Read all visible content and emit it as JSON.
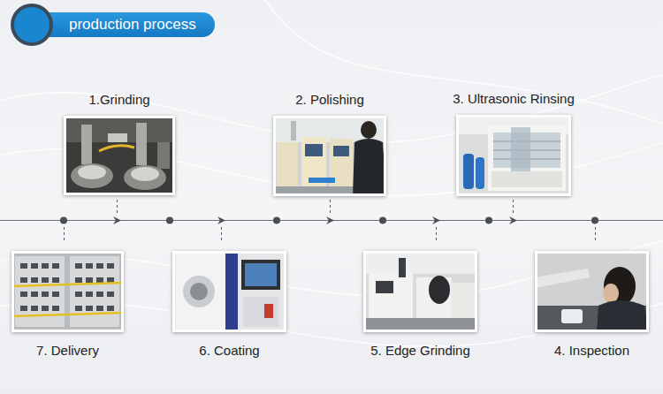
{
  "diagram": {
    "title": "production process",
    "nodes": [
      {
        "text": [
          "1.Grinding"
        ]
      },
      {
        "text": [
          "2. Polishing"
        ]
      },
      {
        "text": [
          "3. Ultrasonic Rinsing"
        ]
      },
      {
        "text": [
          "7. Delivery"
        ]
      },
      {
        "text": [
          "6. Coating"
        ]
      },
      {
        "text": [
          "5. Edge Grinding"
        ]
      },
      {
        "text": [
          "4. Inspection"
        ]
      }
    ]
  }
}
